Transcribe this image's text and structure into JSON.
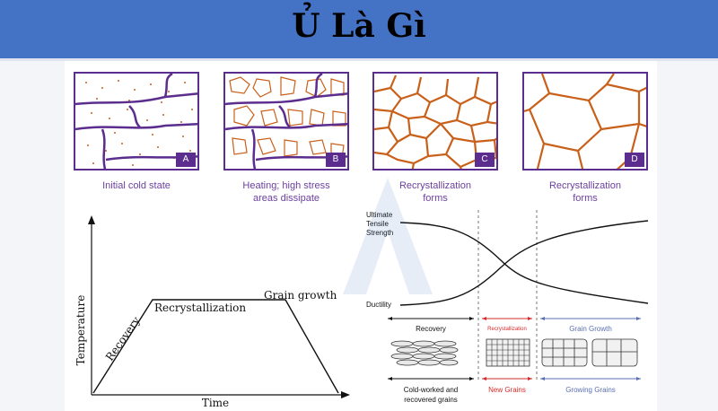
{
  "header": {
    "title": "Ủ Là Gì"
  },
  "stages": [
    {
      "letter": "A",
      "caption_lines": [
        "Initial cold state",
        ""
      ]
    },
    {
      "letter": "B",
      "caption_lines": [
        "Heating; high stress",
        "areas dissipate"
      ]
    },
    {
      "letter": "C",
      "caption_lines": [
        "Recrystallization",
        "forms"
      ]
    },
    {
      "letter": "D",
      "caption_lines": [
        "Recrystallization",
        "forms"
      ]
    }
  ],
  "temperature_chart": {
    "ylabel": "Temperature",
    "xlabel": "Time",
    "stages": [
      "Recovery",
      "Recrystallization",
      "Grain growth"
    ]
  },
  "property_chart": {
    "labels": {
      "uts_1": "Ultimate",
      "uts_2": "Tensile",
      "uts_3": "Strength",
      "ductility": "Ductility"
    },
    "phases": [
      {
        "name": "Recovery",
        "bottom_1": "Cold-worked and",
        "bottom_2": "recovered grains",
        "color": "#111111"
      },
      {
        "name": "Recrystallization",
        "bottom_1": "New Grains",
        "bottom_2": "",
        "color": "#d62b2b"
      },
      {
        "name": "Grain Growth",
        "bottom_1": "Growing Grains",
        "bottom_2": "",
        "color": "#5a6fb3"
      }
    ]
  },
  "colors": {
    "title_bar": "#4472c4",
    "panel_border": "#5b2d8e",
    "grain": "#c8601a",
    "caption": "#6b3fa0"
  }
}
